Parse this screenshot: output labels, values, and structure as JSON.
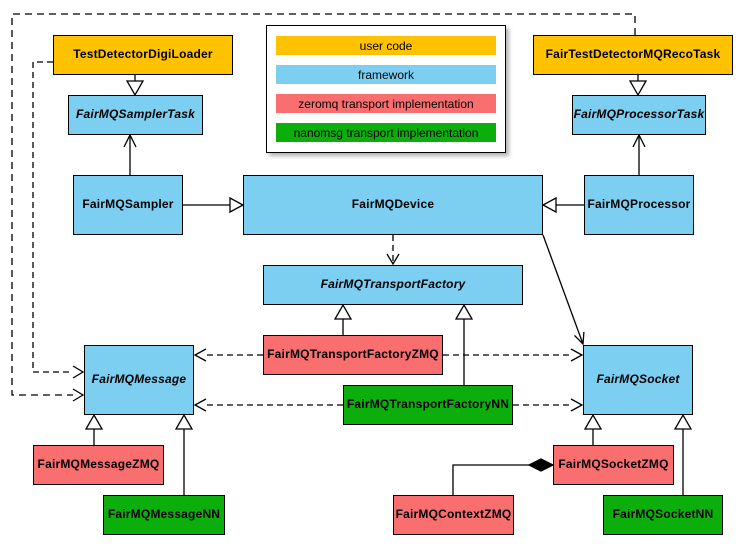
{
  "colors": {
    "user_code": "#FFC200",
    "framework": "#7DCFF2",
    "zeromq": "#F96F6F",
    "nanomsg": "#0BAE0B",
    "border": "#000000",
    "background": "#FFFFFF"
  },
  "legend": {
    "items": [
      {
        "label": "user code",
        "color": "#FFC200"
      },
      {
        "label": "framework",
        "color": "#7DCFF2"
      },
      {
        "label": "zeromq transport implementation",
        "color": "#F96F6F"
      },
      {
        "label": "nanomsg transport implementation",
        "color": "#0BAE0B"
      }
    ]
  },
  "nodes": {
    "testDetectorDigiLoader": {
      "label": "TestDetectorDigiLoader",
      "category": "user code",
      "abstract": false
    },
    "fairTestDetectorMQRecoTask": {
      "label": "FairTestDetectorMQRecoTask",
      "category": "user code",
      "abstract": false
    },
    "fairMQSamplerTask": {
      "label": "FairMQSamplerTask",
      "category": "framework",
      "abstract": true
    },
    "fairMQProcessorTask": {
      "label": "FairMQProcessorTask",
      "category": "framework",
      "abstract": true
    },
    "fairMQSampler": {
      "label": "FairMQSampler",
      "category": "framework",
      "abstract": false
    },
    "fairMQDevice": {
      "label": "FairMQDevice",
      "category": "framework",
      "abstract": false
    },
    "fairMQProcessor": {
      "label": "FairMQProcessor",
      "category": "framework",
      "abstract": false
    },
    "fairMQTransportFactory": {
      "label": "FairMQTransportFactory",
      "category": "framework",
      "abstract": true
    },
    "fairMQTransportFactoryZMQ": {
      "label": "FairMQTransportFactoryZMQ",
      "category": "zeromq",
      "abstract": false
    },
    "fairMQTransportFactoryNN": {
      "label": "FairMQTransportFactoryNN",
      "category": "nanomsg",
      "abstract": false
    },
    "fairMQMessage": {
      "label": "FairMQMessage",
      "category": "framework",
      "abstract": true
    },
    "fairMQSocket": {
      "label": "FairMQSocket",
      "category": "framework",
      "abstract": true
    },
    "fairMQMessageZMQ": {
      "label": "FairMQMessageZMQ",
      "category": "zeromq",
      "abstract": false
    },
    "fairMQMessageNN": {
      "label": "FairMQMessageNN",
      "category": "nanomsg",
      "abstract": false
    },
    "fairMQContextZMQ": {
      "label": "FairMQContextZMQ",
      "category": "zeromq",
      "abstract": false
    },
    "fairMQSocketZMQ": {
      "label": "FairMQSocketZMQ",
      "category": "zeromq",
      "abstract": false
    },
    "fairMQSocketNN": {
      "label": "FairMQSocketNN",
      "category": "nanomsg",
      "abstract": false
    }
  },
  "edges": [
    {
      "from": "TestDetectorDigiLoader",
      "to": "FairMQSamplerTask",
      "type": "inheritance"
    },
    {
      "from": "FairTestDetectorMQRecoTask",
      "to": "FairMQProcessorTask",
      "type": "inheritance"
    },
    {
      "from": "FairMQSampler",
      "to": "FairMQDevice",
      "type": "inheritance"
    },
    {
      "from": "FairMQProcessor",
      "to": "FairMQDevice",
      "type": "inheritance"
    },
    {
      "from": "FairMQSampler",
      "to": "FairMQSamplerTask",
      "type": "arrow"
    },
    {
      "from": "FairMQProcessor",
      "to": "FairMQProcessorTask",
      "type": "arrow"
    },
    {
      "from": "FairMQDevice",
      "to": "FairMQTransportFactory",
      "type": "dashed-arrow"
    },
    {
      "from": "FairMQDevice",
      "to": "FairMQSocket",
      "type": "arrow"
    },
    {
      "from": "FairMQTransportFactoryZMQ",
      "to": "FairMQTransportFactory",
      "type": "inheritance"
    },
    {
      "from": "FairMQTransportFactoryNN",
      "to": "FairMQTransportFactory",
      "type": "inheritance"
    },
    {
      "from": "FairMQTransportFactoryZMQ",
      "to": "FairMQMessage",
      "type": "dashed-arrow"
    },
    {
      "from": "FairMQTransportFactoryZMQ",
      "to": "FairMQSocket",
      "type": "dashed-arrow"
    },
    {
      "from": "FairMQTransportFactoryNN",
      "to": "FairMQMessage",
      "type": "dashed-arrow"
    },
    {
      "from": "FairMQTransportFactoryNN",
      "to": "FairMQSocket",
      "type": "dashed-arrow"
    },
    {
      "from": "TestDetectorDigiLoader",
      "to": "FairMQMessage",
      "type": "dashed-arrow"
    },
    {
      "from": "FairTestDetectorMQRecoTask",
      "to": "FairMQMessage",
      "type": "dashed-arrow"
    },
    {
      "from": "FairMQMessageZMQ",
      "to": "FairMQMessage",
      "type": "inheritance"
    },
    {
      "from": "FairMQMessageNN",
      "to": "FairMQMessage",
      "type": "inheritance"
    },
    {
      "from": "FairMQSocketZMQ",
      "to": "FairMQSocket",
      "type": "inheritance"
    },
    {
      "from": "FairMQSocketNN",
      "to": "FairMQSocket",
      "type": "inheritance"
    },
    {
      "from": "FairMQContextZMQ",
      "to": "FairMQSocketZMQ",
      "type": "composition"
    }
  ]
}
